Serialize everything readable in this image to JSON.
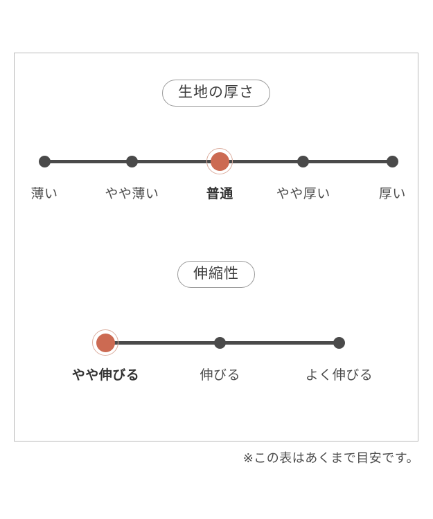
{
  "card": {
    "sections": [
      {
        "id": "thickness",
        "title": "生地の厚さ",
        "track_start_pct": 7.4,
        "track_end_pct": 93.7,
        "selected_index": 2,
        "nodes": [
          {
            "label": "薄い",
            "pos_pct": 7.4,
            "selected": false
          },
          {
            "label": "やや薄い",
            "pos_pct": 29.1,
            "selected": false
          },
          {
            "label": "普通",
            "pos_pct": 50.9,
            "selected": true
          },
          {
            "label": "やや厚い",
            "pos_pct": 71.6,
            "selected": false
          },
          {
            "label": "厚い",
            "pos_pct": 93.7,
            "selected": false
          }
        ]
      },
      {
        "id": "stretch",
        "title": "伸縮性",
        "track_start_pct": 22.6,
        "track_end_pct": 80.5,
        "selected_index": 0,
        "nodes": [
          {
            "label": "やや伸びる",
            "pos_pct": 22.6,
            "selected": true
          },
          {
            "label": "伸びる",
            "pos_pct": 51.0,
            "selected": false
          },
          {
            "label": "よく伸びる",
            "pos_pct": 80.5,
            "selected": false
          }
        ]
      }
    ]
  },
  "footnote": "※この表はあくまで目安です。",
  "colors": {
    "accent": "#cc6a52",
    "accent_ring": "#dcae9f",
    "dot": "#4a4a4a",
    "frame": "#b8b8b8",
    "text": "#4a4a4a",
    "background": "#ffffff"
  }
}
